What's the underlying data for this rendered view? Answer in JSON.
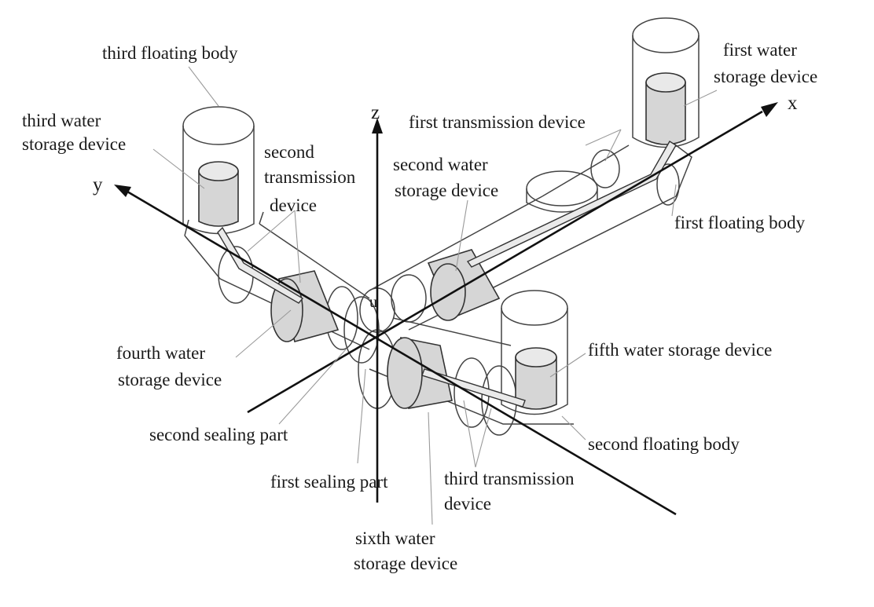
{
  "axes": {
    "x": "x",
    "y": "y",
    "z": "z",
    "origin": "u"
  },
  "labels": {
    "third_floating_body": "third floating body",
    "third_water_storage_line1": "third water",
    "third_water_storage_line2": "storage device",
    "second_transmission_line1": "second",
    "second_transmission_line2": "transmission",
    "second_transmission_line3": "device",
    "first_transmission": "first transmission device",
    "first_water_storage_line1": "first water",
    "first_water_storage_line2": "storage device",
    "second_water_storage_line1": "second water",
    "second_water_storage_line2": "storage device",
    "first_floating_body": "first floating body",
    "fourth_water_storage_line1": "fourth water",
    "fourth_water_storage_line2": "storage device",
    "fifth_water_storage": "fifth water storage device",
    "second_sealing_part": "second sealing part",
    "second_floating_body": "second floating body",
    "first_sealing_part": "first sealing part",
    "third_transmission_line1": "third transmission",
    "third_transmission_line2": "device",
    "sixth_water_storage_line1": "sixth water",
    "sixth_water_storage_line2": "storage device"
  },
  "colors": {
    "line": "#111111",
    "device_fill": "#d6d6d6",
    "leader": "#9a9a9a"
  }
}
